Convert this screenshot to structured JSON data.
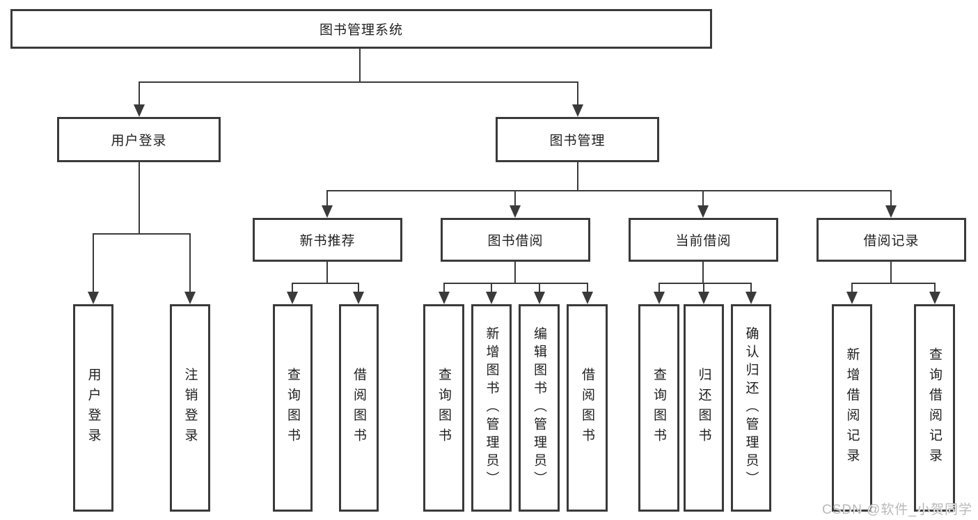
{
  "diagram": {
    "title": "图书管理系统",
    "tree": {
      "root": {
        "label": "图书管理系统"
      },
      "branches": [
        {
          "label": "用户登录",
          "children": [
            {
              "label": "用户登录"
            },
            {
              "label": "注销登录"
            }
          ]
        },
        {
          "label": "图书管理",
          "children": [
            {
              "label": "新书推荐",
              "children": [
                {
                  "label": "查询图书"
                },
                {
                  "label": "借阅图书"
                }
              ]
            },
            {
              "label": "图书借阅",
              "children": [
                {
                  "label": "查询图书"
                },
                {
                  "label": "新增图书（管理员）"
                },
                {
                  "label": "编辑图书（管理员）"
                },
                {
                  "label": "借阅图书"
                }
              ]
            },
            {
              "label": "当前借阅",
              "children": [
                {
                  "label": "查询图书"
                },
                {
                  "label": "归还图书"
                },
                {
                  "label": "确认归还（管理员）"
                }
              ]
            },
            {
              "label": "借阅记录",
              "children": [
                {
                  "label": "新增借阅记录"
                },
                {
                  "label": "查询借阅记录"
                }
              ]
            }
          ]
        }
      ]
    },
    "watermark": "CSDN @软件_小贺同学",
    "colors": {
      "line": "#3a3a3a",
      "text": "#1f1f1f",
      "background": "#ffffff",
      "watermark": "#b9b9b9"
    }
  }
}
